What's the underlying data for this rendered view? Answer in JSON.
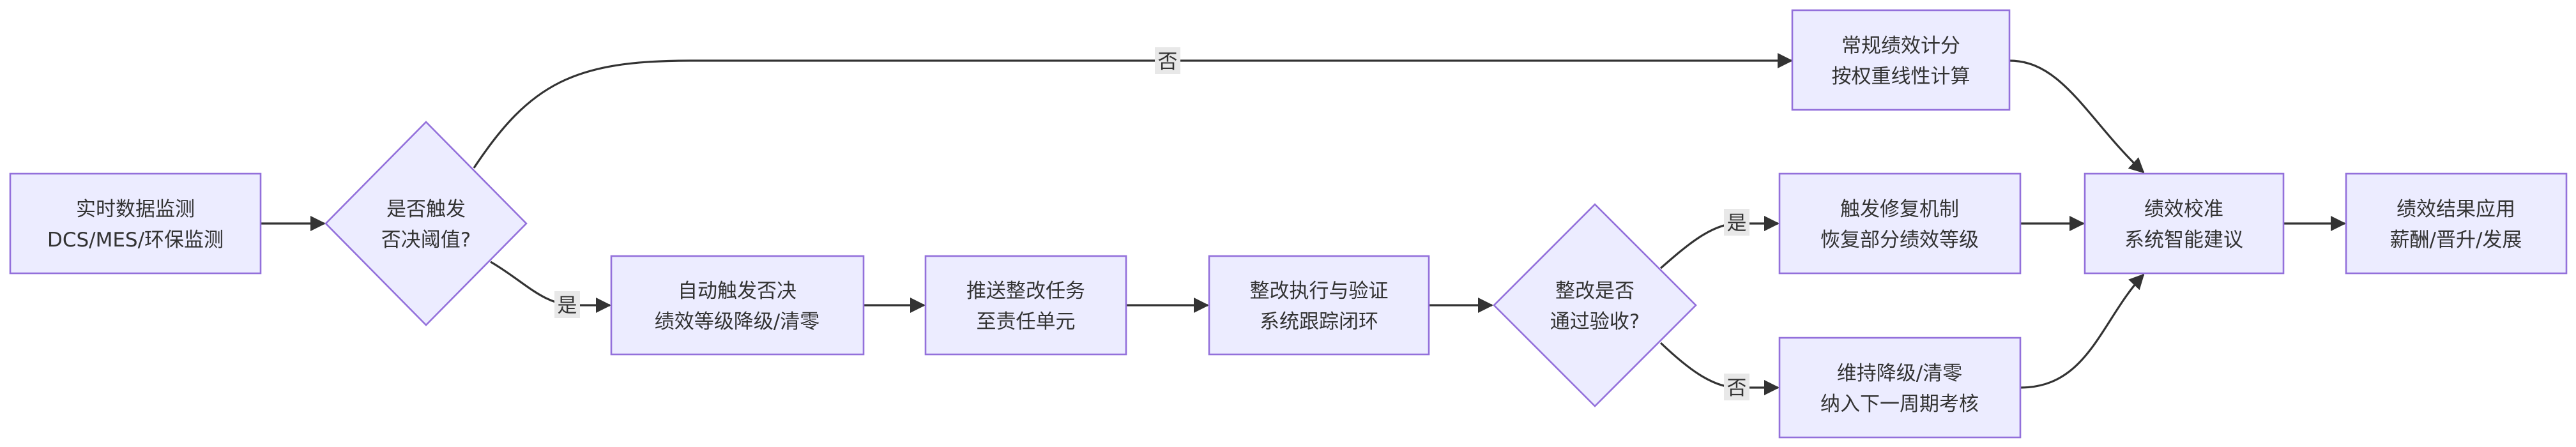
{
  "nodes": {
    "monitor": {
      "line1": "实时数据监测",
      "line2": "DCS/MES/环保监测"
    },
    "decision1": {
      "line1": "是否触发",
      "line2": "否决阈值?"
    },
    "regular": {
      "line1": "常规绩效计分",
      "line2": "按权重线性计算"
    },
    "auto_veto": {
      "line1": "自动触发否决",
      "line2": "绩效等级降级/清零"
    },
    "push_task": {
      "line1": "推送整改任务",
      "line2": "至责任单元"
    },
    "verify": {
      "line1": "整改执行与验证",
      "line2": "系统跟踪闭环"
    },
    "decision2": {
      "line1": "整改是否",
      "line2": "通过验收?"
    },
    "repair": {
      "line1": "触发修复机制",
      "line2": "恢复部分绩效等级"
    },
    "keep": {
      "line1": "维持降级/清零",
      "line2": "纳入下一周期考核"
    },
    "calibrate": {
      "line1": "绩效校准",
      "line2": "系统智能建议"
    },
    "apply": {
      "line1": "绩效结果应用",
      "line2": "薪酬/晋升/发展"
    }
  },
  "edge_labels": {
    "d1_no": "否",
    "d1_yes": "是",
    "d2_yes": "是",
    "d2_no": "否"
  },
  "colors": {
    "node_fill": "#ECECFF",
    "node_stroke": "#9370DB",
    "edge": "#333333",
    "label_bg": "#e8e8e8"
  }
}
